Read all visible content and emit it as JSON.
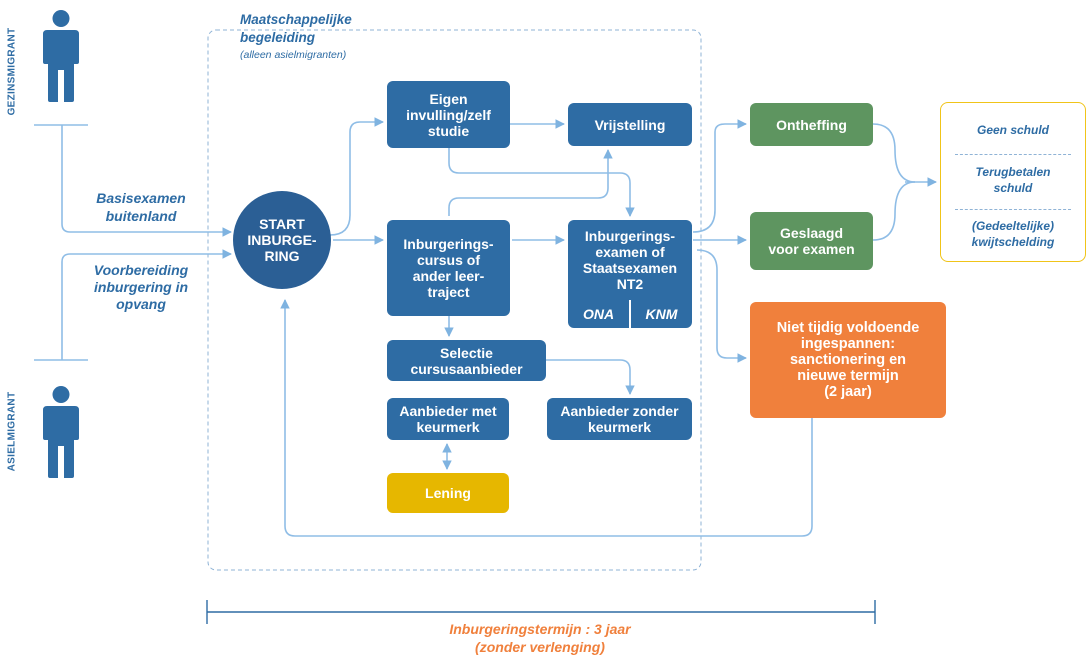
{
  "actors": {
    "top": "GEZINSMIGRANT",
    "bottom": "ASIELMIGRANT"
  },
  "pathways": {
    "basisexamen": [
      "Basisexamen",
      "buitenland"
    ],
    "voorbereiding": [
      "Voorbereiding",
      "inburgering in",
      "opvang"
    ]
  },
  "begeleiding": {
    "title": [
      "Maatschappelijke",
      "begeleiding"
    ],
    "note": "(alleen asielmigranten)"
  },
  "nodes": {
    "start": [
      "START",
      "INBURGE-",
      "RING"
    ],
    "eigen": [
      "Eigen",
      "invulling/zelf",
      "studie"
    ],
    "vrijstelling": "Vrijstelling",
    "cursus": [
      "Inburgerings-",
      "cursus of",
      "ander leer-",
      "traject"
    ],
    "examen": [
      "Inburgerings-",
      "examen of",
      "Staatsexamen",
      "NT2"
    ],
    "ona": "ONA",
    "knm": "KNM",
    "selectie": [
      "Selectie",
      "cursusaanbieder"
    ],
    "met": [
      "Aanbieder met",
      "keurmerk"
    ],
    "zonder": [
      "Aanbieder zonder",
      "keurmerk"
    ],
    "lening": "Lening",
    "ontheffing": "Ontheffing",
    "geslaagd": [
      "Geslaagd",
      "voor examen"
    ],
    "sanctie": [
      "Niet tijdig voldoende",
      "ingespannen:",
      "sanctionering en",
      "nieuwe termijn",
      "(2 jaar)"
    ]
  },
  "outcomes": [
    [
      "Geen schuld"
    ],
    [
      "Terugbetalen",
      "schuld"
    ],
    [
      "(Gedeeltelijke)",
      "kwijtschelding"
    ]
  ],
  "timeline": {
    "label": "Inburgeringstermijn : 3 jaar",
    "sub": "(zonder verlenging)"
  },
  "colors": {
    "blue": "#2e6ca4",
    "dark_blue": "#2b5f95",
    "green": "#5e9560",
    "yellow": "#e6b700",
    "orange": "#f0803c",
    "connector": "#8fbde6",
    "timeline_text": "#f0803c"
  }
}
